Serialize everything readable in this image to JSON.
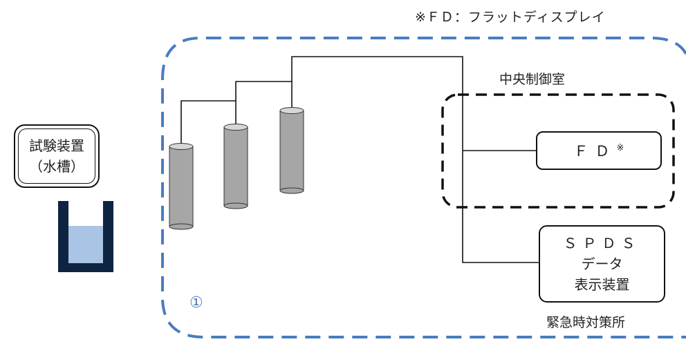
{
  "footnote": "※ＦＤ：フラットディスプレイ",
  "test_device": {
    "line1": "試験装置",
    "line2": "（水槽）"
  },
  "central_control_room": "中央制御室",
  "fd_display": {
    "label": "ＦＤ",
    "mark": "※"
  },
  "spds": {
    "line1": "ＳＰＤＳ",
    "line2": "データ",
    "line3": "表示装置"
  },
  "emergency_response_center": "緊急時対策所",
  "area_marker": "①",
  "colors": {
    "boundary_blue": "#4a7cc0",
    "sensor_gray": "#a6a6a6",
    "water_blue": "#a9c4e4",
    "tank_navy": "#0f2440"
  }
}
